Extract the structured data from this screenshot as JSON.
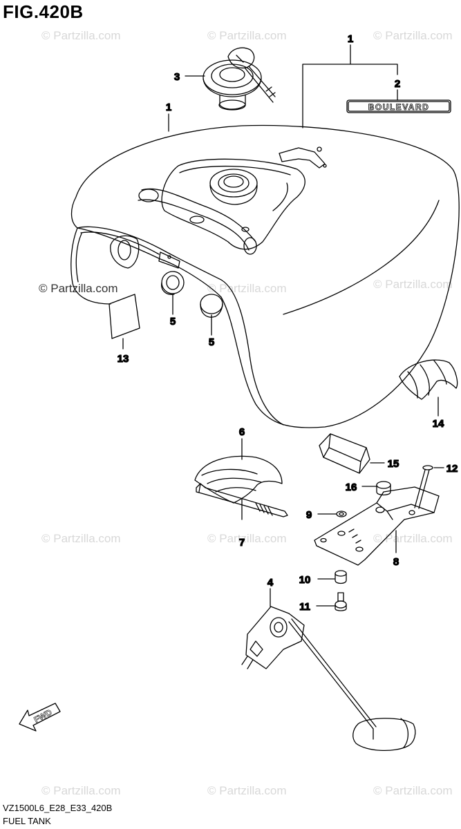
{
  "figure": {
    "title": "FIG.420B",
    "model_code": "VZ1500L6_E28_E33_420B",
    "caption": "FUEL TANK"
  },
  "watermarks": {
    "text": "© Partzilla.com",
    "feature_text": "© Partzilla.com"
  },
  "badge": {
    "text": "BOULEVARD"
  },
  "direction_arrow": {
    "text": "FWD"
  },
  "callouts": [
    "1",
    "1",
    "2",
    "3",
    "4",
    "5",
    "5",
    "6",
    "7",
    "8",
    "9",
    "10",
    "11",
    "12",
    "13",
    "14",
    "15",
    "16"
  ],
  "colors": {
    "line": "#000000",
    "watermark": "#d8d8d8",
    "background": "#ffffff"
  }
}
